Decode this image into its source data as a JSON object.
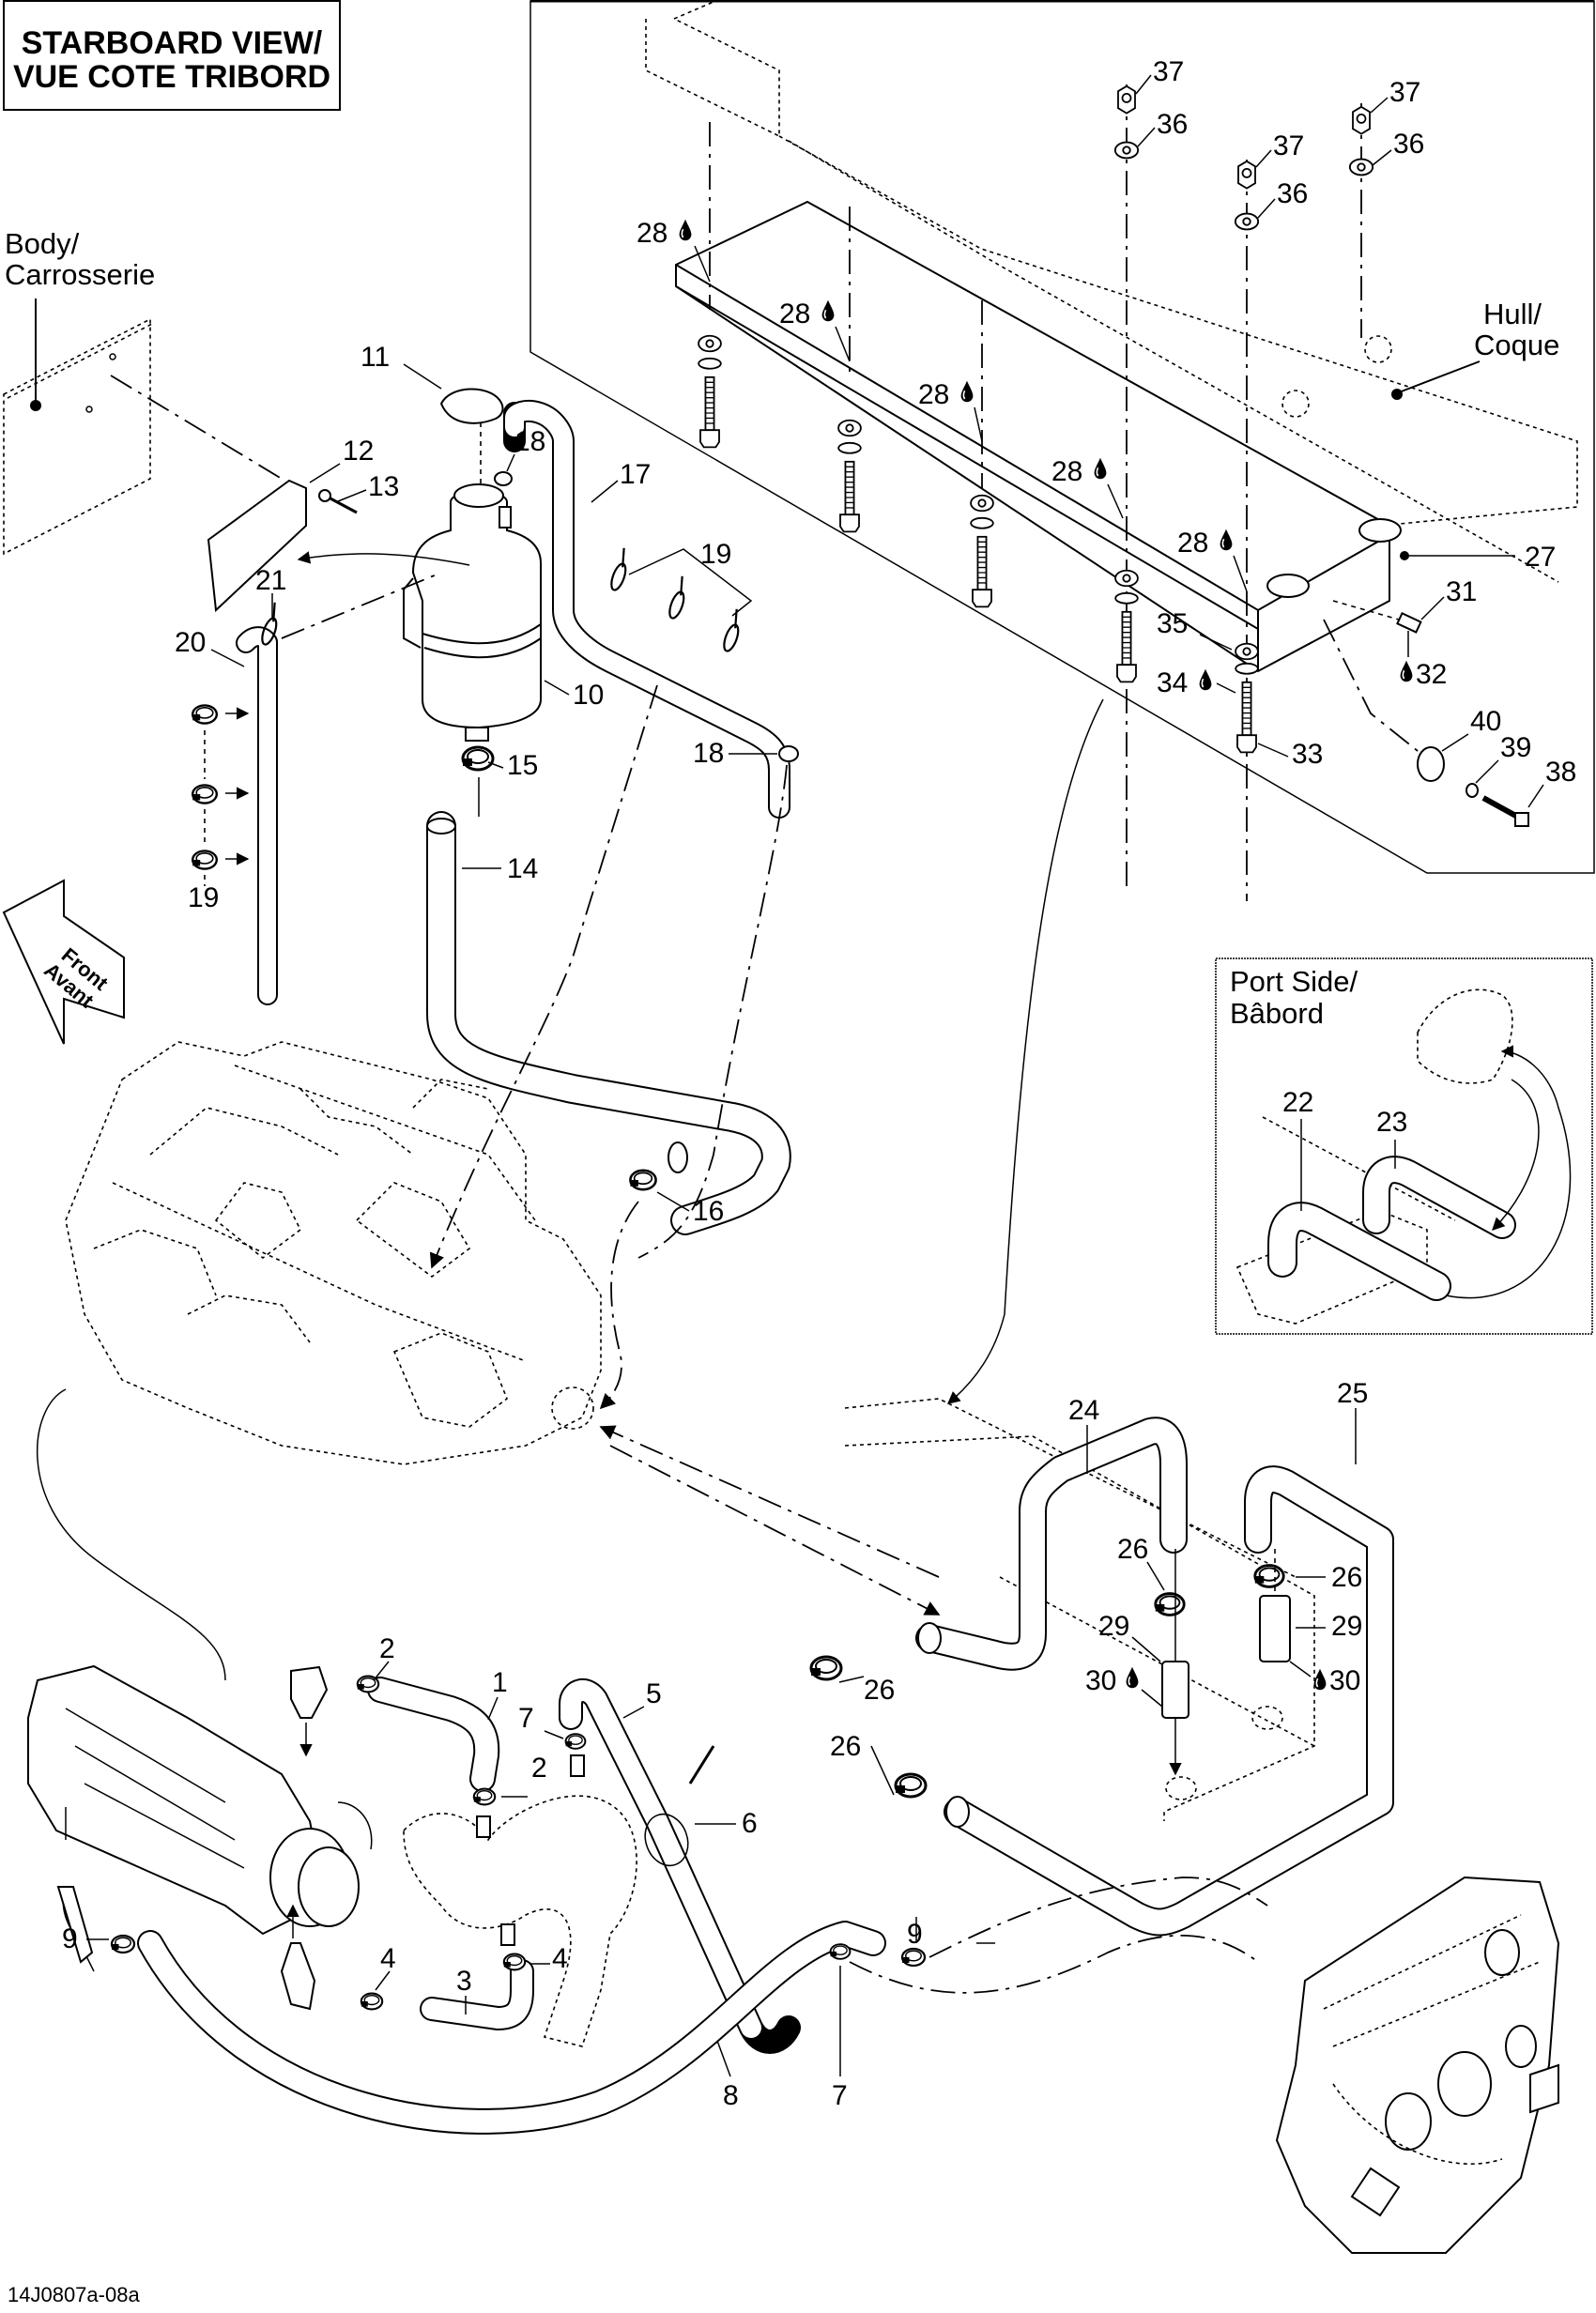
{
  "title": {
    "line1": "STARBOARD VIEW/",
    "line2": "VUE COTE TRIBORD"
  },
  "body_label": {
    "line1": "Body/",
    "line2": "Carrosserie"
  },
  "hull_label": {
    "line1": "Hull/",
    "line2": "Coque"
  },
  "front_arrow": {
    "line1": "Front",
    "line2": "Avant"
  },
  "port_side_inset": {
    "line1": "Port Side/",
    "line2": "Bâbord",
    "callouts": [
      "22",
      "23"
    ]
  },
  "callouts": {
    "p1": "1",
    "p2a": "2",
    "p2b": "2",
    "p3": "3",
    "p4a": "4",
    "p4b": "4",
    "p5": "5",
    "p6": "6",
    "p7a": "7",
    "p7b": "7",
    "p8": "8",
    "p9a": "9",
    "p9b": "9",
    "p10": "10",
    "p11": "11",
    "p12": "12",
    "p13": "13",
    "p14": "14",
    "p15": "15",
    "p16": "16",
    "p17": "17",
    "p18a": "18",
    "p18b": "18",
    "p19a": "19",
    "p19b": "19",
    "p20": "20",
    "p21": "21",
    "p24": "24",
    "p25": "25",
    "p26a": "26",
    "p26b": "26",
    "p26c": "26",
    "p26d": "26",
    "p27": "27",
    "p28a": "28",
    "p28b": "28",
    "p28c": "28",
    "p28d": "28",
    "p28e": "28",
    "p29a": "29",
    "p29b": "29",
    "p30a": "30",
    "p30b": "30",
    "p31": "31",
    "p32": "32",
    "p33": "33",
    "p34": "34",
    "p35": "35",
    "p36a": "36",
    "p36b": "36",
    "p36c": "36",
    "p37a": "37",
    "p37b": "37",
    "p37c": "37",
    "p38": "38",
    "p39": "39",
    "p40": "40"
  },
  "legend_icons": {
    "sealant_drop": "drop-icon"
  },
  "footer": {
    "drawing_number": "14J0807a-08a"
  }
}
